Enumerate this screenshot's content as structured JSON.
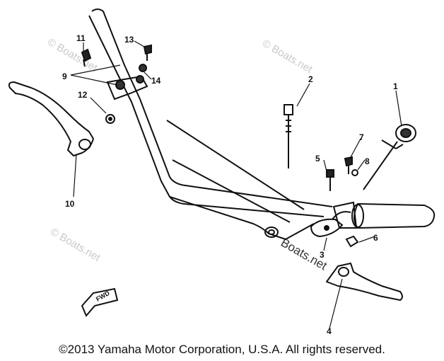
{
  "diagram": {
    "callouts": [
      {
        "id": "1",
        "label": "1"
      },
      {
        "id": "2",
        "label": "2"
      },
      {
        "id": "3",
        "label": "3"
      },
      {
        "id": "4",
        "label": "4"
      },
      {
        "id": "5",
        "label": "5"
      },
      {
        "id": "6",
        "label": "6"
      },
      {
        "id": "7",
        "label": "7"
      },
      {
        "id": "8",
        "label": "8"
      },
      {
        "id": "9",
        "label": "9"
      },
      {
        "id": "10",
        "label": "10"
      },
      {
        "id": "11",
        "label": "11"
      },
      {
        "id": "12",
        "label": "12"
      },
      {
        "id": "13",
        "label": "13"
      },
      {
        "id": "14",
        "label": "14"
      }
    ],
    "direction_marker": "FWD",
    "watermarks": [
      "© Boats.net",
      "© Boats.net",
      "© Boats.net",
      "Boats.net"
    ],
    "copyright": "©2013 Yamaha Motor Corporation, U.S.A. All rights reserved."
  }
}
